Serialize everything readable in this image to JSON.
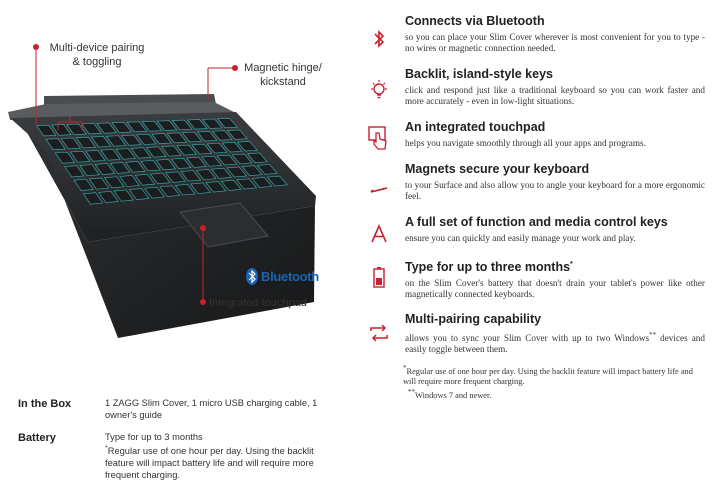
{
  "product": {
    "callouts": {
      "pairing_line1": "Multi-device pairing",
      "pairing_line2": "& toggling",
      "hinge_line1": "Magnetic hinge/",
      "hinge_line2": "kickstand",
      "touchpad": "Integrated touchpad"
    },
    "bluetooth_logo": "Bluetooth",
    "colors": {
      "accent": "#c8202f",
      "bluetooth_blue": "#1b64b4",
      "key_glow": "#3fd6d6"
    }
  },
  "features": [
    {
      "icon": "bluetooth-icon",
      "title": "Connects via Bluetooth",
      "desc": "so you can place your Slim Cover wherever is most convenient for you to type - no wires or magnetic connection needed."
    },
    {
      "icon": "lightbulb-icon",
      "title": "Backlit, island-style keys",
      "desc": "click and respond just like a traditional keyboard so you can work faster and more accurately - even in low-light situations."
    },
    {
      "icon": "touchpad-hand-icon",
      "title": "An integrated touchpad",
      "desc": "helps you navigate smoothly through all your apps and programs."
    },
    {
      "icon": "angle-icon",
      "title": "Magnets secure your keyboard",
      "desc": "to your Surface and also allow you to angle your keyboard for a more ergonomic feel."
    },
    {
      "icon": "letter-a-icon",
      "title": "A full set of function and media control keys",
      "desc": "ensure you can quickly and easily manage your work and play."
    },
    {
      "icon": "battery-icon",
      "title": "Type for up to three months",
      "title_mark": "*",
      "desc": "on the Slim Cover's battery that doesn't drain your tablet's power like other magnetically connected keyboards."
    },
    {
      "icon": "sync-arrows-icon",
      "title": "Multi-pairing capability",
      "desc_part1": "allows you to sync your Slim Cover with up to two Windows",
      "desc_mark": "**",
      "desc_part2": " devices and easily toggle between them."
    }
  ],
  "footnotes": {
    "note1_mark": "*",
    "note1": "Regular use of one hour per day. Using the backlit feature will impact battery life and will require more frequent charging.",
    "note2_mark": "**",
    "note2": "Windows 7 and newer."
  },
  "specs": [
    {
      "label": "In the Box",
      "value": "1 ZAGG Slim Cover, 1 micro USB charging cable, 1 owner's guide"
    },
    {
      "label": "Battery",
      "value_line1": "Type for up to 3 months",
      "value_mark": "*",
      "value_rest": "Regular use of one hour per day. Using the backlit feature will impact battery life and will require more frequent charging."
    }
  ]
}
